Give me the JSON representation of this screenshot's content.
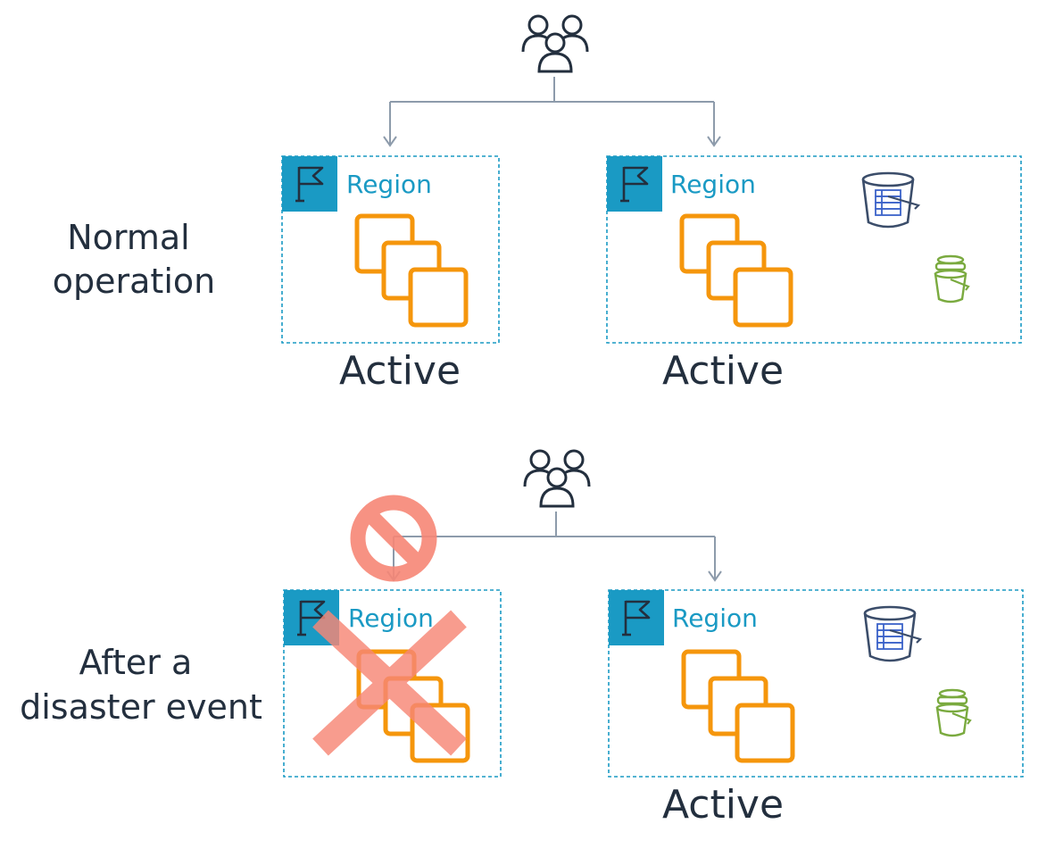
{
  "colors": {
    "region_accent": "#1a9ac4",
    "text_dark": "#232f3e",
    "connector": "#8d9bab",
    "compute_orange": "#f5960c",
    "bucket_blue": "#3b4d6a",
    "bucket_green": "#7aaa3f",
    "disaster_red": "#f78776"
  },
  "icons": {
    "users": "users-group-icon",
    "region": "region-flag-icon",
    "compute": "compute-instances-icon",
    "database_bucket": "database-bucket-icon",
    "storage_bucket": "storage-bucket-icon",
    "blocked": "prohibited-icon",
    "failed": "cross-mark"
  },
  "scenarios": [
    {
      "label_lines": [
        "Normal",
        "operation"
      ],
      "regions": [
        {
          "label": "Region",
          "status": "Active",
          "failed": false,
          "has_data_stores": false,
          "traffic_blocked": false
        },
        {
          "label": "Region",
          "status": "Active",
          "failed": false,
          "has_data_stores": true,
          "traffic_blocked": false
        }
      ]
    },
    {
      "label_lines": [
        "After a",
        "disaster event"
      ],
      "regions": [
        {
          "label": "Region",
          "status": "",
          "failed": true,
          "has_data_stores": false,
          "traffic_blocked": true
        },
        {
          "label": "Region",
          "status": "Active",
          "failed": false,
          "has_data_stores": true,
          "traffic_blocked": false
        }
      ]
    }
  ]
}
